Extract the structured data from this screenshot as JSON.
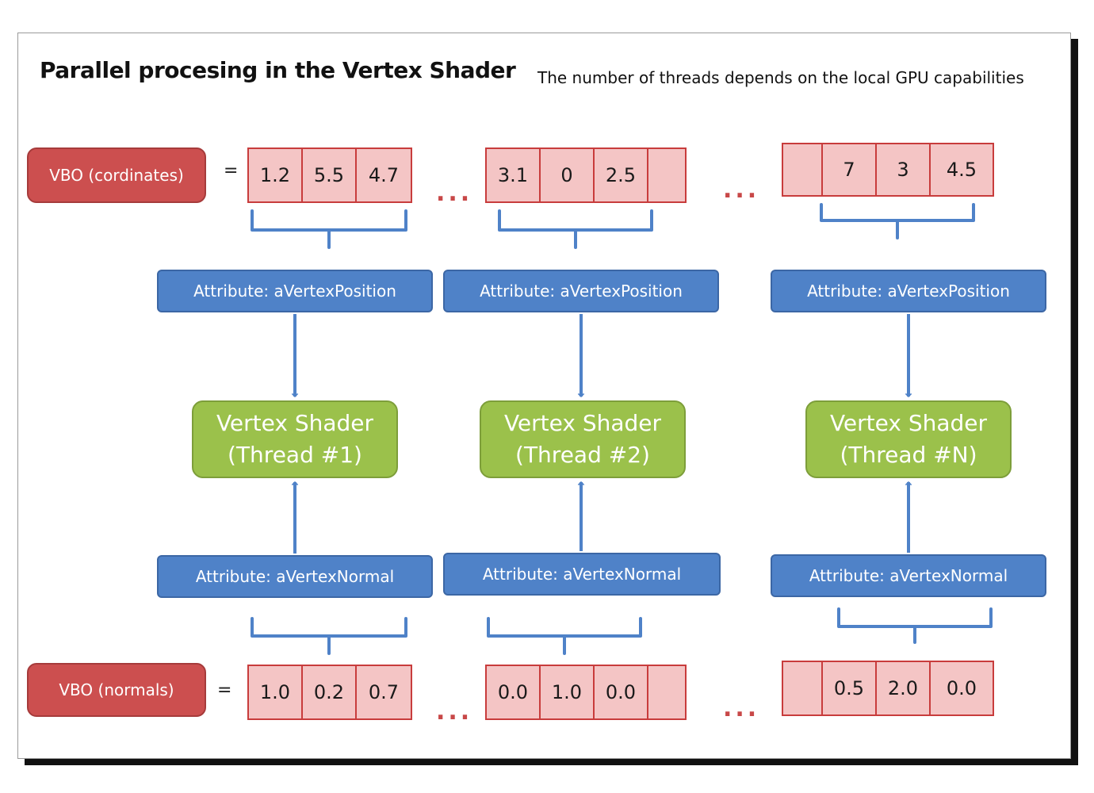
{
  "title": "Parallel procesing in the Vertex Shader",
  "subtitle": "The number of threads depends on the local GPU capabilities",
  "vbo_coords": {
    "label": "VBO (cordinates)",
    "equals": "="
  },
  "vbo_normals": {
    "label": "VBO (normals)",
    "equals": "="
  },
  "ellipsis": "...",
  "coords_cells": [
    [
      "1.2",
      "5.5",
      "4.7"
    ],
    [
      "3.1",
      "0",
      "2.5",
      ""
    ],
    [
      "",
      "7",
      "3",
      "4.5"
    ]
  ],
  "normals_cells": [
    [
      "1.0",
      "0.2",
      "0.7"
    ],
    [
      "0.0",
      "1.0",
      "0.0",
      ""
    ],
    [
      "",
      "0.5",
      "2.0",
      "0.0"
    ]
  ],
  "threads": [
    {
      "position_attr": "Attribute: aVertexPosition",
      "normal_attr": "Attribute: aVertexNormal",
      "shader_line1": "Vertex Shader",
      "shader_line2": "(Thread #1)"
    },
    {
      "position_attr": "Attribute: aVertexPosition",
      "normal_attr": "Attribute: aVertexNormal",
      "shader_line1": "Vertex Shader",
      "shader_line2": "(Thread #2)"
    },
    {
      "position_attr": "Attribute: aVertexPosition",
      "normal_attr": "Attribute: aVertexNormal",
      "shader_line1": "Vertex Shader",
      "shader_line2": "(Thread #N)"
    }
  ],
  "colors": {
    "vbo": "#cc4f4f",
    "cell_fill": "#f4c5c5",
    "cell_border": "#c83c3c",
    "attribute": "#4f82c8",
    "shader": "#9bc14b",
    "arrow": "#4f82c8"
  }
}
